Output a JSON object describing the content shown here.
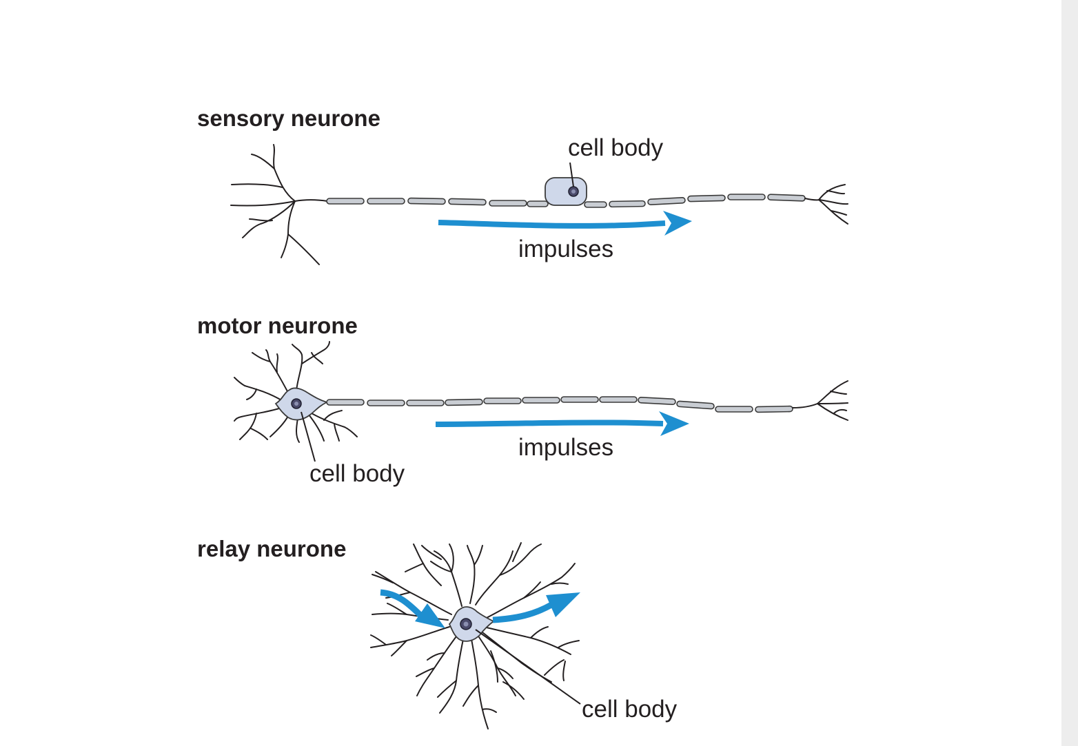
{
  "diagram": {
    "sensory": {
      "heading": "sensory neurone",
      "cell_body_label": "cell body",
      "impulses_label": "impulses"
    },
    "motor": {
      "heading": "motor neurone",
      "cell_body_label": "cell body",
      "impulses_label": "impulses"
    },
    "relay": {
      "heading": "relay neurone",
      "cell_body_label": "cell body"
    },
    "colors": {
      "impulse_arrow": "#1e8fd0",
      "axon_sheath": "#c9cdd3",
      "cell_body": "#cfd8ea",
      "nucleus": "#4a4a6a",
      "outline": "#231f20"
    }
  }
}
